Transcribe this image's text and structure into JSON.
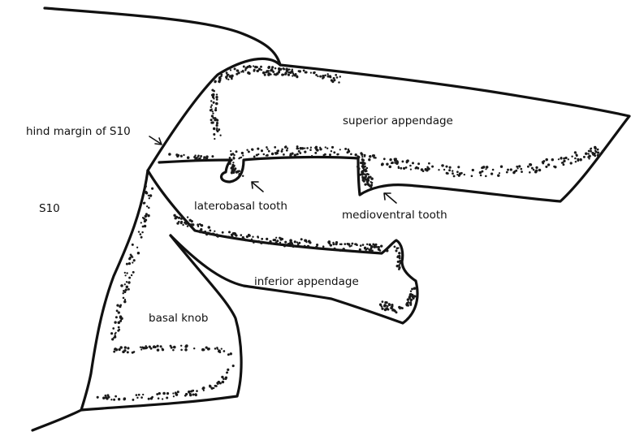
{
  "labels": {
    "hind_margin": "hind margin of S10",
    "superior_appendage": "superior appendage",
    "laterobasal_tooth": "laterobasal tooth",
    "medioventral_tooth": "medioventral tooth",
    "s10": "S10",
    "inferior_appendage": "inferior appendage",
    "basal_knob": "basal knob"
  },
  "colors": {
    "line": "#111111",
    "stipple": "#1a1a1a",
    "background": "#ffffff"
  }
}
